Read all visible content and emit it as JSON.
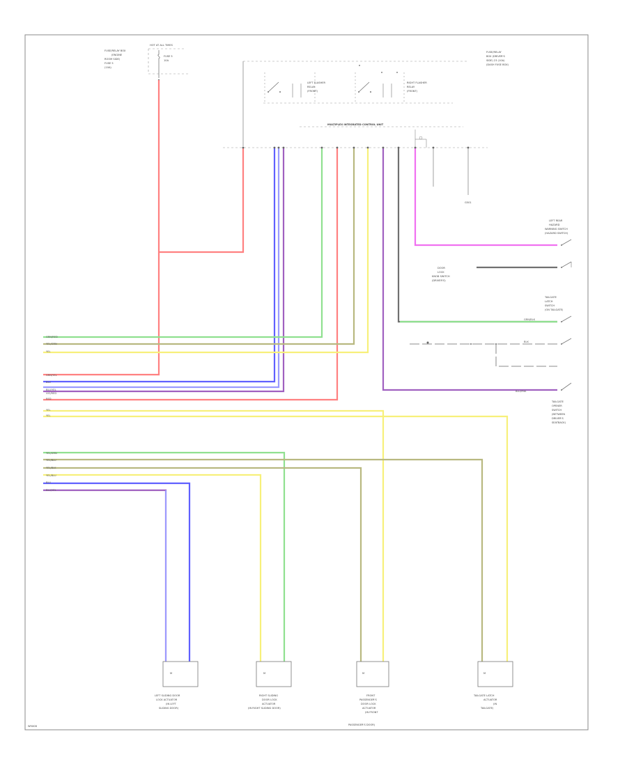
{
  "colors": {
    "red": "#ff8080",
    "blue": "#6060ff",
    "blue_light": "#9a9aff",
    "green": "#8fe08f",
    "yellow": "#f7f07a",
    "violet": "#a060c0",
    "pink": "#f070f0",
    "olive": "#b8b880",
    "grey": "#707070",
    "orange": "#ffb080",
    "frame": "#888888"
  },
  "fuse_block": {
    "title": "HOT AT ALL TIMES",
    "lines": [
      "FUSE/RELAY BOX",
      "(ENGINE",
      "ROOM SIDE)",
      "FUSE 5",
      "(10A)"
    ],
    "fuse_label": "FUSE 5",
    "fuse_amp": "10A"
  },
  "control_unit": {
    "title": "MULTIPLEX INTEGRATED CONTROL UNIT",
    "note": [
      "FUSE/RELAY",
      "BOX (DRIVER'S",
      "SIDE) 23 (10A)",
      "(DASH FUSE BOX)"
    ],
    "switch_left": [
      "LEFT FLASHER",
      "RELAY",
      "(FRONT)"
    ],
    "switch_right": [
      "RIGHT FLASHER",
      "RELAY",
      "(FRONT)"
    ],
    "ground": "G501"
  },
  "right_side": {
    "hazard": [
      "LEFT REAR",
      "HAZARD",
      "WARNING SWITCH",
      "(HAZARD SWITCH)"
    ],
    "door": [
      "DOOR",
      "LOCK",
      "KNOB SWITCH",
      "(DRIVER'S)"
    ],
    "tailgate": [
      "TAILGATE",
      "LATCH",
      "SWITCH",
      "(ON TAILGATE)"
    ],
    "tailgate_wires": [
      "GRN/BLK",
      "BLK"
    ],
    "bottom_switch": [
      "TAILGATE",
      "OPENER",
      "SWITCH",
      "(BETWEEN",
      "DRIVER'S",
      "SEATBACK)"
    ],
    "bottom_wire": "BLU/PNK"
  },
  "left_labels": {
    "group1": [
      "GRN/RED",
      "YEL/GRN",
      "YEL"
    ],
    "group2": [
      "GRN/YEL",
      "BLU",
      "BLU/YEL",
      "VIO/RED",
      "RED",
      "YEL",
      "YEL"
    ],
    "group3": [
      "YEL/GRN",
      "YEL/BLU",
      "YEL/BLK",
      "YEL/BLU",
      "BLU",
      "BLU/YEL"
    ]
  },
  "actuators": [
    {
      "lines": [
        "LEFT SLIDING DOOR",
        "LOCK ACTUATOR",
        "(IN LEFT",
        "SLIDING DOOR)"
      ]
    },
    {
      "lines": [
        "RIGHT SLIDING",
        "DOOR LOCK",
        "ACTUATOR",
        "(IN RIGHT SLIDING DOOR)"
      ]
    },
    {
      "lines": [
        "FRONT",
        "PASSENGER'S",
        "DOOR LOCK",
        "ACTUATOR",
        "(IN FRONT",
        "PASSENGER'S DOOR)"
      ]
    },
    {
      "lines": [
        "TAILGATE LATCH",
        "ACTUATOR",
        "(IN",
        "TAILGATE)"
      ]
    }
  ],
  "footer_code": "W9X08"
}
